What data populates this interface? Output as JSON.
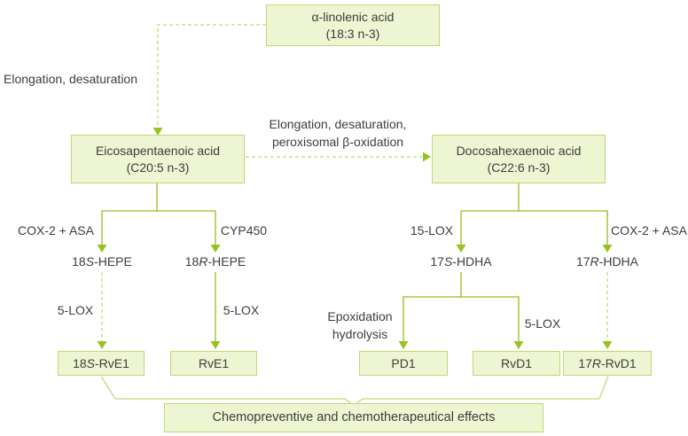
{
  "title": "Omega-3 fatty acid metabolic pathway diagram",
  "colors": {
    "box-fill": "#eef5d2",
    "box-border": "#c3d677",
    "line-solid": "#acca47",
    "line-dashed": "#cfdf8d",
    "arrowhead": "#97c322",
    "text": "#3d3d3d"
  },
  "nodes": {
    "ala": {
      "line1": "α-linolenic acid",
      "line2": "(18:3 n-3)"
    },
    "epa": {
      "line1": "Eicosapentaenoic acid",
      "line2": "(C20:5 n-3)"
    },
    "dha": {
      "line1": "Docosahexaenoic acid",
      "line2": "(C22:6 n-3)"
    },
    "rve1_18s": {
      "pre": "18",
      "italic": "S",
      "post": "-RvE1"
    },
    "rve1": {
      "label": "RvE1"
    },
    "pd1": {
      "label": "PD1"
    },
    "rvd1": {
      "label": "RvD1"
    },
    "rvd1_17r": {
      "pre": "17",
      "italic": "R",
      "post": "-RvD1"
    },
    "effects": {
      "label": "Chemopreventive and chemotherapeutical effects"
    }
  },
  "intermediates": {
    "hepe_18s": {
      "pre": "18",
      "italic": "S",
      "post": "-HEPE"
    },
    "hepe_18r": {
      "pre": "18",
      "italic": "R",
      "post": "-HEPE"
    },
    "hdha_17s": {
      "pre": "17",
      "italic": "S",
      "post": "-HDHA"
    },
    "hdha_17r": {
      "pre": "17",
      "italic": "R",
      "post": "-HDHA"
    }
  },
  "edge_labels": {
    "ala_to_epa": "Elongation, desaturation",
    "epa_to_dha_line1": "Elongation, desaturation,",
    "epa_to_dha_line2": "peroxisomal β-oxidation",
    "epa_cox2_asa": "COX-2 + ASA",
    "epa_cyp450": "CYP450",
    "hepe_s_5lox": "5-LOX",
    "hepe_r_5lox": "5-LOX",
    "dha_15lox": "15-LOX",
    "dha_cox2_asa": "COX-2 + ASA",
    "hdha_epox_line1": "Epoxidation",
    "hdha_epox_line2": "hydrolysis",
    "hdha_5lox": "5-LOX"
  }
}
